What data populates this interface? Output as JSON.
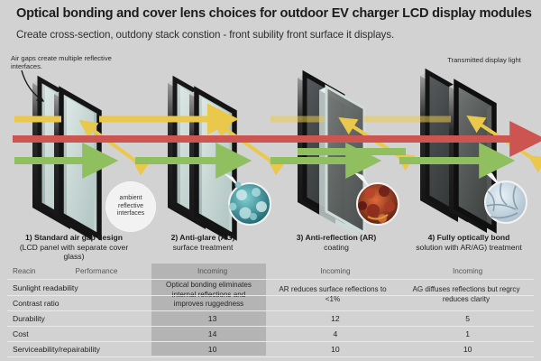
{
  "header": {
    "title": "Optical bonding and cover lens choices for outdoor EV charger LCD display modules",
    "subtitle": "Create cross-section, outdony stack constion - front subility front surface it displays."
  },
  "annotations": {
    "left_callout": "Air gaps create multiple reflective interfaces.",
    "right_callout": "Transmitted display light",
    "bubble": "ambient reflective interfaces"
  },
  "light_rays": [
    {
      "name": "ambient-yellow-ray",
      "color": "#e9c84b",
      "label": "yellow"
    },
    {
      "name": "sunlight-red-ray",
      "color": "#cc5552",
      "label": "red"
    },
    {
      "name": "display-green-ray",
      "color": "#8fbf5f",
      "label": "green"
    }
  ],
  "stacks": [
    {
      "id": 1,
      "caption_main": "1) Standard air gap design",
      "caption_sub": "(LCD panel with separate cover glass)",
      "inset": null
    },
    {
      "id": 2,
      "caption_main": "2) Anti-glare (AG)",
      "caption_sub": "surface treatment",
      "inset": "teal-microstructure-inset"
    },
    {
      "id": 3,
      "caption_main": "3) Anti-reflection (AR)",
      "caption_sub": "coating",
      "inset": "red-microstructure-inset"
    },
    {
      "id": 4,
      "caption_main": "4) Fully optically bond",
      "caption_sub": "solution with AR/AG) treatment",
      "inset": "blue-microstructure-inset"
    }
  ],
  "table": {
    "columns": [
      "Reacin",
      "Performance",
      "Incoming",
      "Incoming",
      "Incoming"
    ],
    "header": {
      "c0": "Reacin",
      "c0b": "Performance",
      "c1": "Incoming",
      "c2": "Incoming",
      "c3": "Incoming"
    },
    "merged_cells": {
      "col1": "Optical bonding eliminates internal reflections and improves ruggedness",
      "col2": "AR reduces surface reflections to <1%",
      "col3": "AG diffuses reflections but regrcy reduces clarity"
    },
    "rows": [
      {
        "label": "Sunlight readability",
        "v1": "",
        "v2": "",
        "v3": ""
      },
      {
        "label": "Contrast ratio",
        "v1": "",
        "v2": "",
        "v3": ""
      },
      {
        "label": "Durability",
        "v1": "13",
        "v2": "12",
        "v3": "5"
      },
      {
        "label": "Cost",
        "v1": "14",
        "v2": "4",
        "v3": "1"
      },
      {
        "label": "Serviceability/repairability",
        "v1": "10",
        "v2": "10",
        "v3": "10"
      }
    ]
  },
  "colors": {
    "background": "#d2d2d2",
    "highlight_column": "#b4b4b4",
    "glass": "#b9ccc9",
    "frame": "#1c1c1c"
  }
}
